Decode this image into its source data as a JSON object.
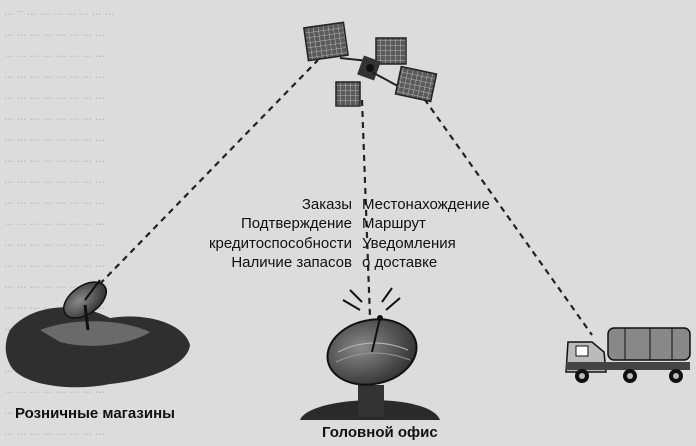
{
  "background_lines": [
    "... – ... ... ... ... ... ... ...",
    "... ... ... ... ... ... ... ...",
    "... ... ... ... ... ... ... ...",
    "... ... ... ... ... ... ... ...",
    "... ... ... ... ... ... ... ...",
    "... ... ... ... ... ... ... ...",
    "... ... ... ... ... ... ... ...",
    "... ... ... ... ... ... ... ...",
    "... ... ... ... ... ... ... ...",
    "... ... ... ... ... ... ... ...",
    "... ... ... ... ... ... ... ...",
    "... ... ... ... ... ... ... ...",
    "... ... ... ... ... ... ... ...",
    "... ... ... ... ... ... ... ...",
    "... ... ... ... ... ... ... ...",
    "... ... ... ... ... ... ... ...",
    "... ... ... ... ... ... ... ...",
    "... ... ... ... ... ... ... ...",
    "... ... ... ... ... ... ... ...",
    "... ... ... ... ... ... ... ...",
    "... ... ... ... ... ... ... ..."
  ],
  "left_labels": [
    "Заказы",
    "Подтверждение",
    "кредитоспособности",
    "Наличие запасов"
  ],
  "right_labels": [
    "Местонахождение",
    "Маршрут",
    "Уведомления",
    "о доставке"
  ],
  "caption_left": "Розничные магазины",
  "caption_center": "Головной офис",
  "colors": {
    "ink": "#111111",
    "dash": "#222222",
    "dish": "#3a3a3a"
  }
}
